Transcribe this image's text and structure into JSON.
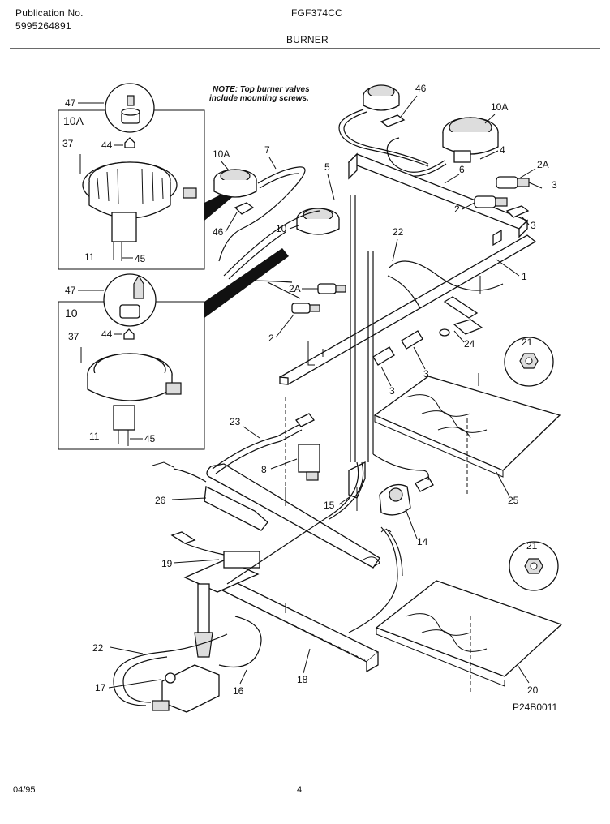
{
  "header": {
    "publication_label": "Publication No.",
    "publication_number": "5995264891",
    "model": "FGF374CC",
    "section": "BURNER"
  },
  "note": {
    "line1": "NOTE: Top burner valves",
    "line2": "include mounting screws."
  },
  "insets": [
    {
      "title": "10A",
      "callouts": [
        "47",
        "37",
        "44",
        "11",
        "45"
      ]
    },
    {
      "title": "10",
      "callouts": [
        "47",
        "37",
        "44",
        "11",
        "45"
      ]
    }
  ],
  "callouts": {
    "c46a": "46",
    "c10a1": "10A",
    "c4": "4",
    "c6": "6",
    "c2a1": "2A",
    "c3a": "3",
    "c10a2": "10A",
    "c7": "7",
    "c5": "5",
    "c46b": "46",
    "c10": "10",
    "c2a2": "2A",
    "c2a": "2",
    "c3b": "3",
    "c22a": "22",
    "c1": "1",
    "c2b": "2",
    "c24": "24",
    "c3c": "3",
    "c3d": "3",
    "c21a": "21",
    "c23": "23",
    "c8": "8",
    "c26": "26",
    "c15": "15",
    "c25": "25",
    "c14": "14",
    "c21b": "21",
    "c19": "19",
    "c22b": "22",
    "c17": "17",
    "c16": "16",
    "c18": "18",
    "c20": "20"
  },
  "reference": "P24B0011",
  "footer": {
    "date": "04/95",
    "page": "4"
  }
}
